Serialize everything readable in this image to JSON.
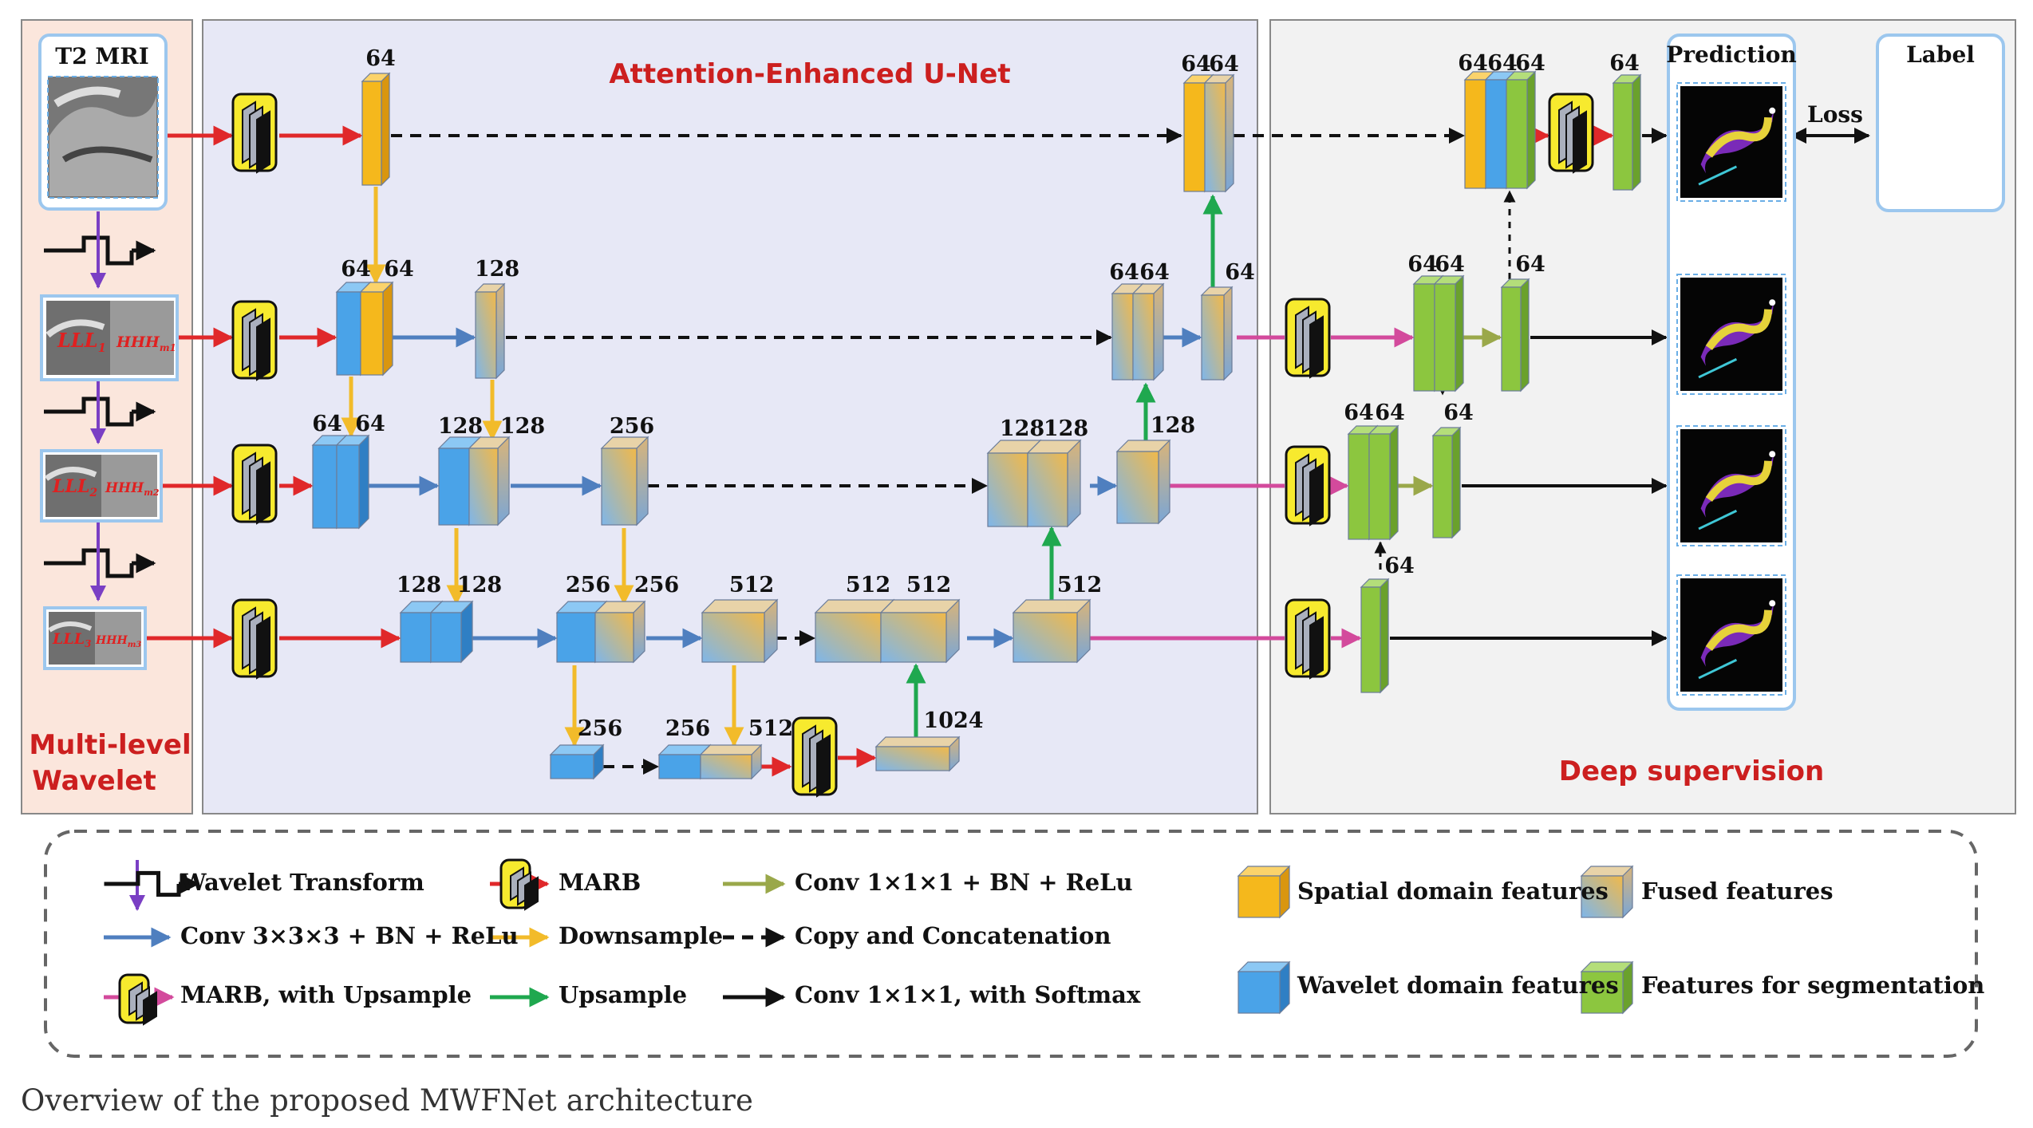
{
  "panels": {
    "wavelet_title_line1": "Multi-level",
    "wavelet_title_line2": "Wavelet",
    "unet_title": "Attention-Enhanced U-Net",
    "ds_title": "Deep supervision"
  },
  "inputs": {
    "mri_title": "T2 MRI",
    "lll1": "LLL",
    "lll1_sub": "1",
    "hhh1": "HHH",
    "hhh1_sub": "m1",
    "lll2": "LLL",
    "lll2_sub": "2",
    "hhh2": "HHH",
    "hhh2_sub": "m2",
    "lll3": "LLL",
    "lll3_sub": "3",
    "hhh3": "HHH",
    "hhh3_sub": "m3"
  },
  "channels": {
    "e1": "64",
    "e2a": "64",
    "e2b": "64",
    "e2c": "128",
    "e3a": "64",
    "e3b": "64",
    "e3c": "128",
    "e3d": "128",
    "e3e": "256",
    "e4a": "128",
    "e4b": "128",
    "e4c": "256",
    "e4d": "256",
    "e4e": "512",
    "e5a": "256",
    "e5b": "256",
    "e5c": "512",
    "e5d": "1024",
    "d4a": "512",
    "d4b": "512",
    "d4c": "512",
    "d3a": "128",
    "d3b": "128",
    "d3c": "128",
    "d2a": "64",
    "d2b": "64",
    "d2c": "64",
    "d1a": "64",
    "d1b": "64",
    "s1a": "64",
    "s1b": "64",
    "s1c": "64",
    "s1d": "64",
    "s2a": "64",
    "s2b": "64",
    "s2c": "64",
    "s3a": "64",
    "s3b": "64",
    "s3c": "64",
    "s4": "64"
  },
  "outputs": {
    "prediction": "Prediction",
    "label": "Label",
    "loss": "Loss"
  },
  "legend": {
    "wavelet_transform": "Wavelet Transform",
    "conv333": "Conv 3×3×3 + BN + ReLu",
    "marb_upsample": "MARB, with Upsample",
    "marb": "MARB",
    "downsample": "Downsample",
    "upsample": "Upsample",
    "conv111": "Conv 1×1×1 + BN + ReLu",
    "copy_concat": "Copy and Concatenation",
    "conv111_softmax": "Conv 1×1×1, with Softmax",
    "spatial": "Spatial domain features",
    "wavelet_feat": "Wavelet domain features",
    "fused": "Fused features",
    "seg": "Features for segmentation"
  },
  "caption": "Overview of the proposed MWFNet architecture",
  "colors": {
    "orange": "#f2b51c",
    "blue": "#4aa3e8",
    "green": "#8cc63f",
    "red_arrow": "#e0282a",
    "blue_arrow": "#4f7fbf",
    "yellow_arrow": "#f2bb2a",
    "green_arrow": "#1fa84f",
    "olive_arrow": "#9aa84a",
    "magenta_arrow": "#d34a9c",
    "purple_arrow": "#7a3fc4",
    "title_red": "#cc1f1f"
  }
}
